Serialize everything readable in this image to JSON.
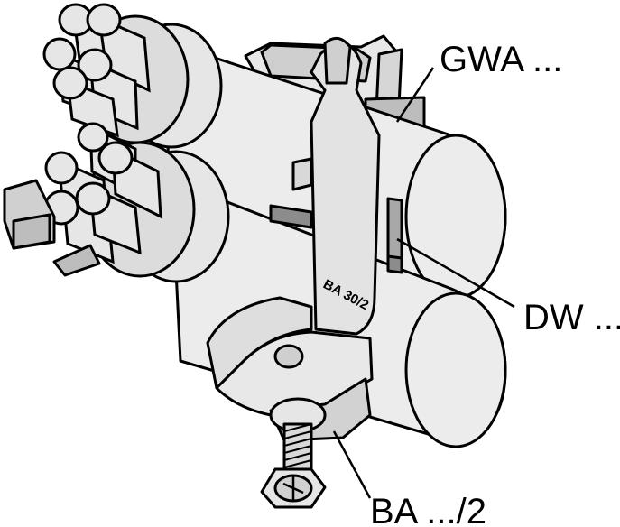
{
  "labels": {
    "top_callout": "GWA ...",
    "middle_callout": "DW ...",
    "bottom_callout": "BA .../2",
    "strap_marking": "BA 30/2"
  },
  "colors": {
    "background": "#ffffff",
    "ink": "#000000",
    "body": "#ececec",
    "shade": "#cfcfcf",
    "dark": "#9a9a9a",
    "metal": "#e3e3e3"
  }
}
